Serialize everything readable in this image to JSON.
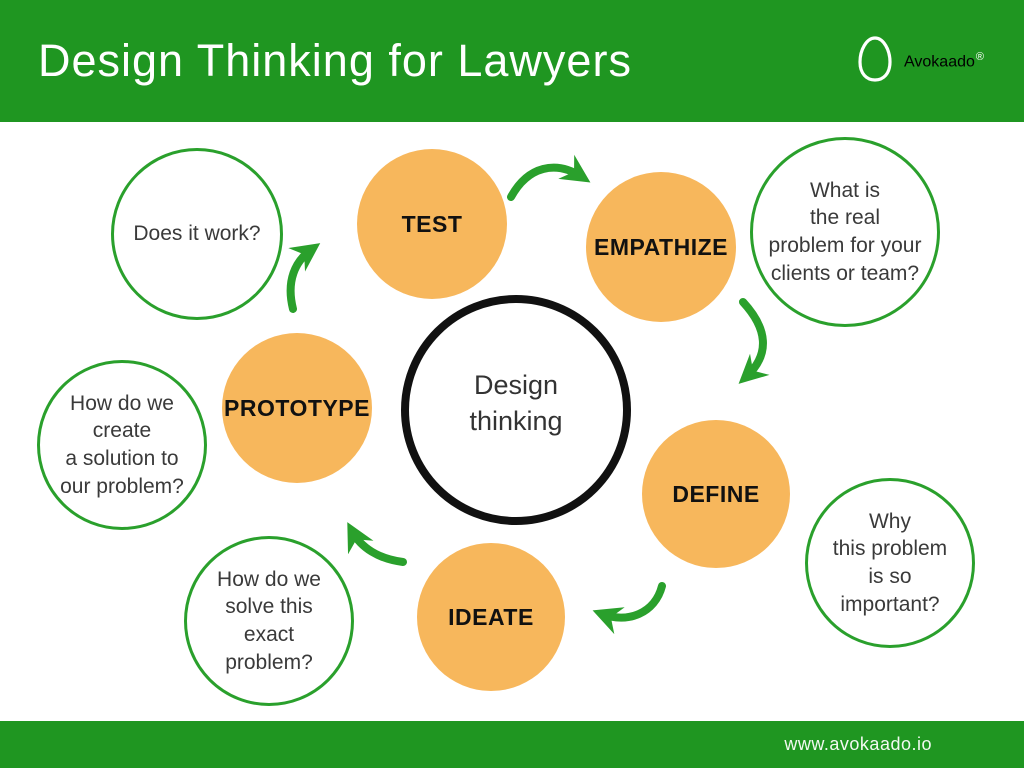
{
  "header": {
    "title": "Design Thinking for Lawyers",
    "brand": "Avokaado",
    "registered": "®"
  },
  "footer": {
    "url": "www.avokaado.io"
  },
  "center": {
    "label": "Design\nthinking"
  },
  "stages": [
    {
      "id": "test",
      "label": "TEST"
    },
    {
      "id": "empathize",
      "label": "EMPATHIZE"
    },
    {
      "id": "define",
      "label": "DEFINE"
    },
    {
      "id": "ideate",
      "label": "IDEATE"
    },
    {
      "id": "prototype",
      "label": "PROTOTYPE"
    }
  ],
  "questions": [
    {
      "id": "does-it-work",
      "text": "Does it work?"
    },
    {
      "id": "real-problem",
      "text": "What is\nthe real\nproblem for your\nclients or team?"
    },
    {
      "id": "why-important",
      "text": "Why\nthis problem\nis so\nimportant?"
    },
    {
      "id": "how-solve",
      "text": "How do we\nsolve this\nexact\nproblem?"
    },
    {
      "id": "how-create",
      "text": "How do we\ncreate\na solution to\nour problem?"
    }
  ],
  "colors": {
    "bar_green": "#1f9621",
    "accent_green": "#2aa02c",
    "stage_orange": "#f7b75c",
    "center_border": "#111111"
  }
}
